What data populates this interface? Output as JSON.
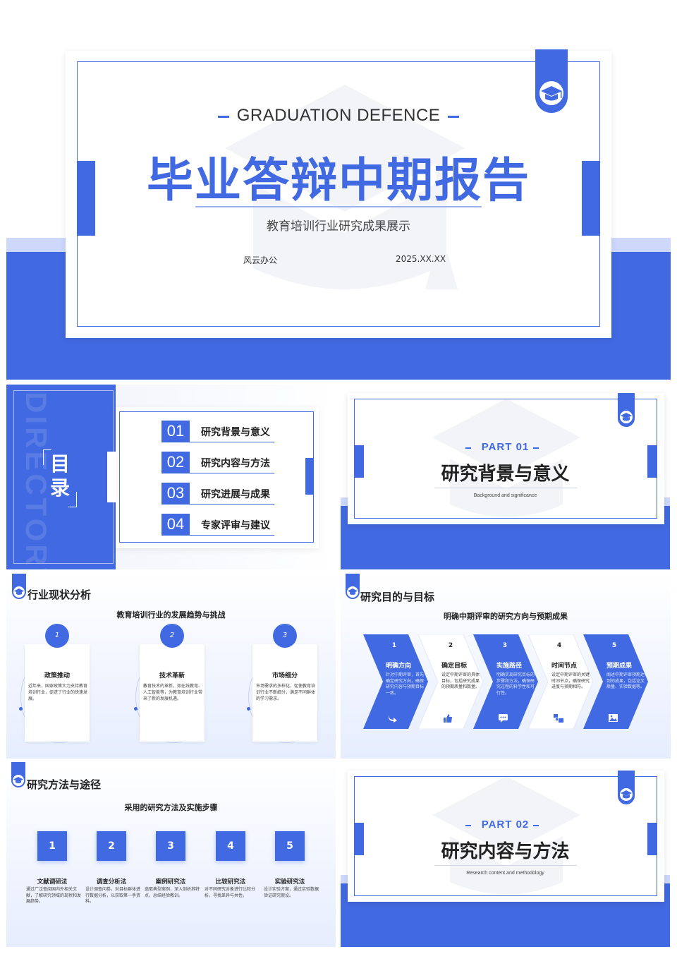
{
  "colors": {
    "accent": "#4169e1",
    "accent_light": "#cdd8fb",
    "text": "#222222"
  },
  "cover": {
    "subtitle_en": "GRADUATION DEFENCE",
    "title": "毕业答辩中期报告",
    "subtitle": "教育培训行业研究成果展示",
    "author": "风云办公",
    "date": "2025.XX.XX",
    "icon": "graduation-cap-icon"
  },
  "toc": {
    "title_line1": "目",
    "title_line2": "录",
    "watermark": "DIRECTORY",
    "items": [
      {
        "num": "01",
        "label": "研究背景与意义"
      },
      {
        "num": "02",
        "label": "研究内容与方法"
      },
      {
        "num": "03",
        "label": "研究进展与成果"
      },
      {
        "num": "04",
        "label": "专家评审与建议"
      }
    ]
  },
  "part1": {
    "label": "PART  01",
    "title": "研究背景与意义",
    "subtitle_en": "Background and significance"
  },
  "part2": {
    "label": "PART  02",
    "title": "研究内容与方法",
    "subtitle_en": "Research content and methodology"
  },
  "industry": {
    "heading": "行业现状分析",
    "subtitle": "教育培训行业的发展趋势与挑战",
    "cards": [
      {
        "num": "1",
        "title": "政策推动",
        "text": "近年来，国家政策大力支持教育培训行业，促进了行业的快速发展。"
      },
      {
        "num": "2",
        "title": "技术革新",
        "text": "教育技术的革新，如在线教育、人工智能等，为教育培训行业带来了新的发展机遇。"
      },
      {
        "num": "3",
        "title": "市场细分",
        "text": "市场需求的多样化，促使教育培训行业不断细分，满足不同群体的学习需求。"
      }
    ]
  },
  "goals": {
    "heading": "研究目的与目标",
    "subtitle": "明确中期评审的研究方向与预期成果",
    "steps": [
      {
        "num": "1",
        "title": "明确方向",
        "text": "针对中期评审，首先确定研究方向，确保研究内容与预期目标一致。",
        "icon": "arrow-turn-icon"
      },
      {
        "num": "2",
        "title": "确定目标",
        "text": "设定中期评审的具体目标，包括研究成果的预期质量和数量。",
        "icon": "thumbs-up-icon"
      },
      {
        "num": "3",
        "title": "实施路径",
        "text": "明确实现研究目标的步骤和方法，确保研究过程的科学性和可行性。",
        "icon": "chat-icon"
      },
      {
        "num": "4",
        "title": "时间节点",
        "text": "设定中期评审的关键时间节点，确保研究进度与预期相符。",
        "icon": "blocks-icon"
      },
      {
        "num": "5",
        "title": "预期成果",
        "text": "阐述中期评审预期达到的成果，包括论文质量、实验数据等。",
        "icon": "image-icon"
      }
    ]
  },
  "methods": {
    "heading": "研究方法与途径",
    "subtitle": "采用的研究方法及实施步骤",
    "items": [
      {
        "num": "1",
        "title": "文献调研法",
        "text": "通过广泛查阅国内外相关文献，了解研究领域的现状和发展趋势。"
      },
      {
        "num": "2",
        "title": "调查分析法",
        "text": "设计调查问卷，对目标群体进行数据分析，以获取第一手资料。"
      },
      {
        "num": "3",
        "title": "案例研究法",
        "text": "选取典型案例，深入剖析其特点，总结经验教训。"
      },
      {
        "num": "4",
        "title": "比较研究法",
        "text": "对不同研究对象进行比较分析，寻找差异与共性。"
      },
      {
        "num": "5",
        "title": "实验研究法",
        "text": "设计实验方案，通过实验数据验证研究假设。"
      }
    ]
  }
}
